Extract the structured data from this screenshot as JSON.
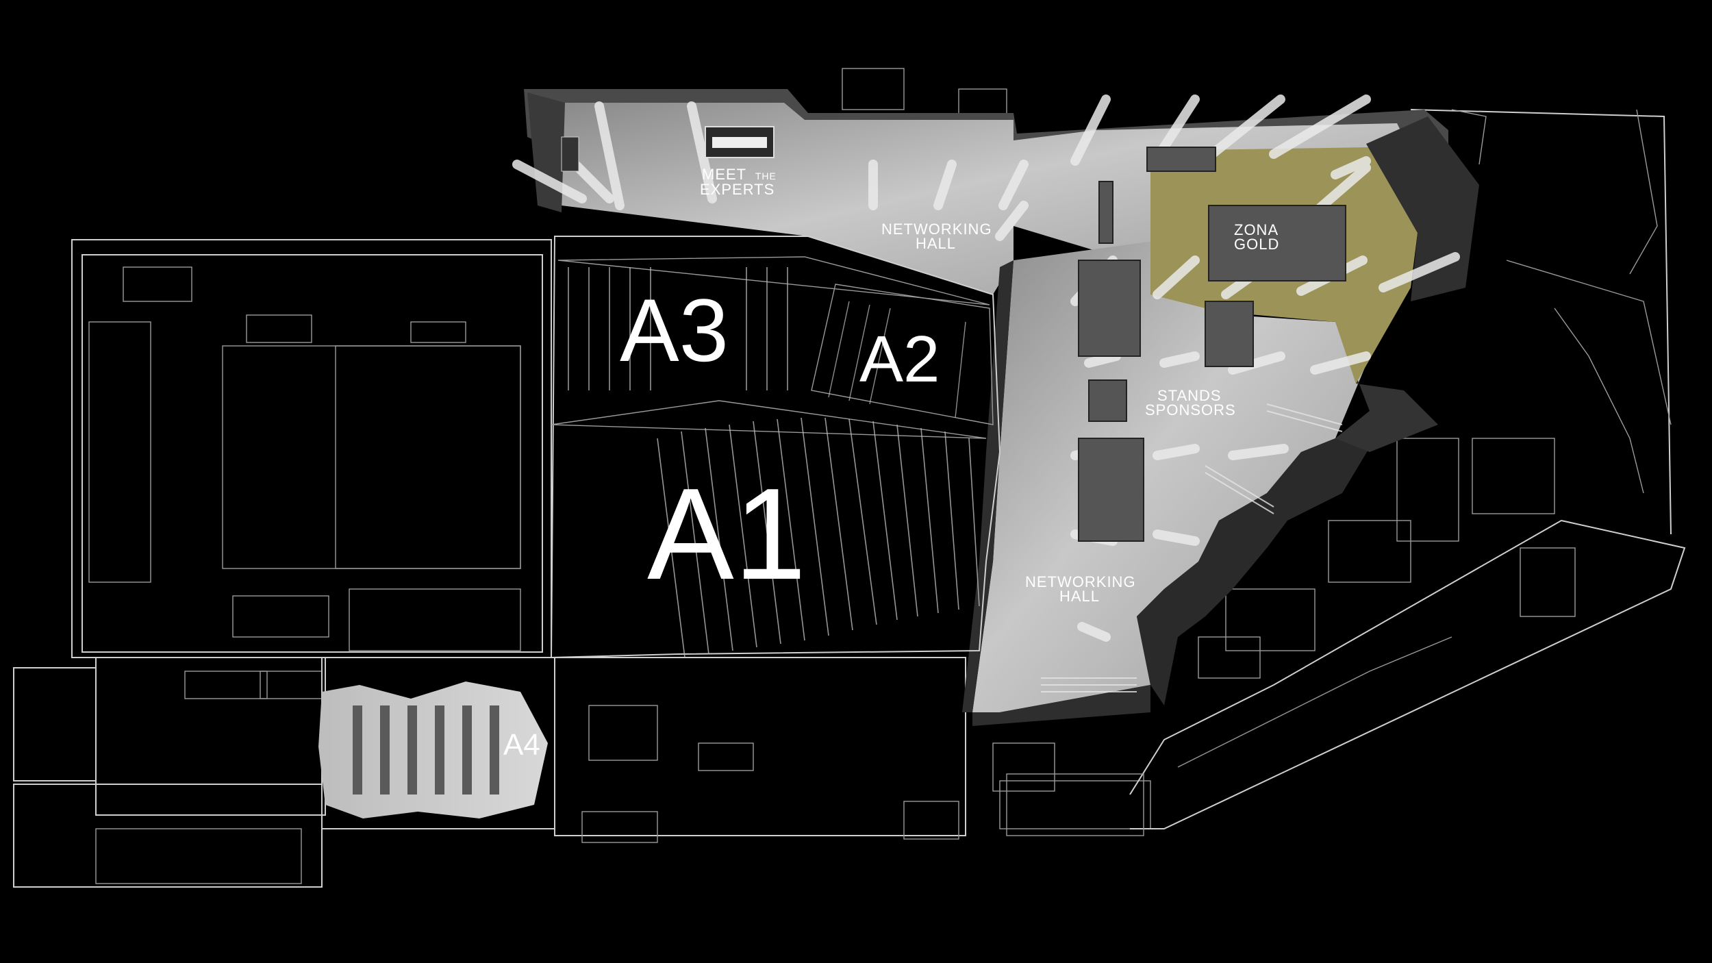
{
  "floorplan": {
    "colors": {
      "background": "#000000",
      "outline": "#cfcfcf",
      "highlight_floor": "#bcbcbc",
      "gold_zone": "#9c9358",
      "wall": "#4a4a4a"
    },
    "rooms": {
      "a1": "A1",
      "a2": "A2",
      "a3": "A3",
      "a4": "A4"
    },
    "areas": {
      "meet_line1": "MEET",
      "meet_the": "THE",
      "meet_line2": "EXPERTS",
      "networking_top_1": "NETWORKING",
      "networking_top_2": "HALL",
      "networking_bottom_1": "NETWORKING",
      "networking_bottom_2": "HALL",
      "zona_1": "ZONA",
      "zona_2": "GOLD",
      "stands_1": "STANDS",
      "stands_2": "SPONSORS"
    }
  }
}
